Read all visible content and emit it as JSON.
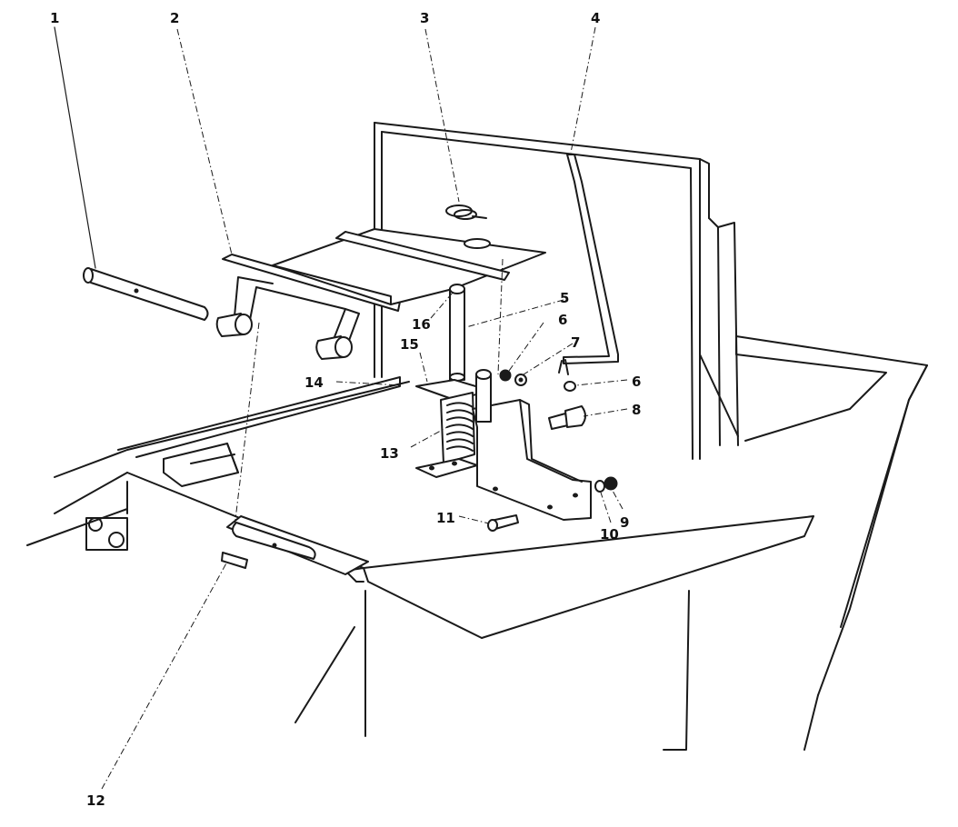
{
  "callouts": [
    {
      "id": "1",
      "label": "1"
    },
    {
      "id": "2",
      "label": "2"
    },
    {
      "id": "3",
      "label": "3"
    },
    {
      "id": "4",
      "label": "4"
    },
    {
      "id": "5",
      "label": "5"
    },
    {
      "id": "6a",
      "label": "6"
    },
    {
      "id": "6b",
      "label": "6"
    },
    {
      "id": "7",
      "label": "7"
    },
    {
      "id": "8",
      "label": "8"
    },
    {
      "id": "9",
      "label": "9"
    },
    {
      "id": "10",
      "label": "10"
    },
    {
      "id": "11",
      "label": "11"
    },
    {
      "id": "12",
      "label": "12"
    },
    {
      "id": "13",
      "label": "13"
    },
    {
      "id": "14",
      "label": "14"
    },
    {
      "id": "15",
      "label": "15"
    },
    {
      "id": "16",
      "label": "16"
    }
  ],
  "colors": {
    "ink": "#1a1a1a",
    "paper": "#ffffff"
  }
}
